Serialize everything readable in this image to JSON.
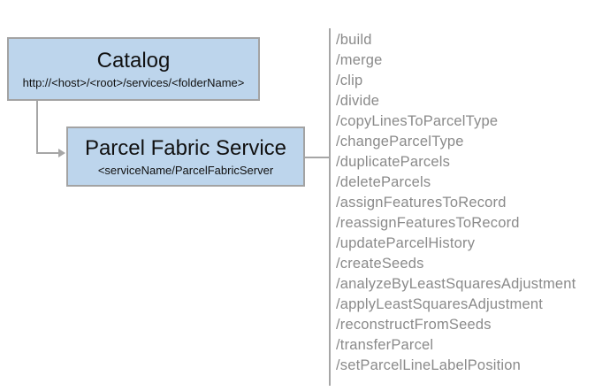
{
  "diagram": {
    "catalog": {
      "title": "Catalog",
      "subtitle": "http://<host>/<root>/services/<folderName>"
    },
    "service": {
      "title": "Parcel Fabric Service",
      "subtitle": "<serviceName/ParcelFabricServer"
    },
    "endpoints": [
      "/build",
      "/merge",
      "/clip",
      "/divide",
      "/copyLinesToParcelType",
      "/changeParcelType",
      "/duplicateParcels",
      "/deleteParcels",
      "/assignFeaturesToRecord",
      "/reassignFeaturesToRecord",
      "/updateParcelHistory",
      "/createSeeds",
      "/analyzeByLeastSquaresAdjustment",
      "/applyLeastSquaresAdjustment",
      "/reconstructFromSeeds",
      "/transferParcel",
      "/setParcelLineLabelPosition"
    ],
    "colors": {
      "box_fill": "#bdd5ec",
      "box_border": "#a3a3a3",
      "connector": "#a6a6a6",
      "endpoint_text": "#8a8a8a",
      "title_text": "#111111"
    }
  }
}
